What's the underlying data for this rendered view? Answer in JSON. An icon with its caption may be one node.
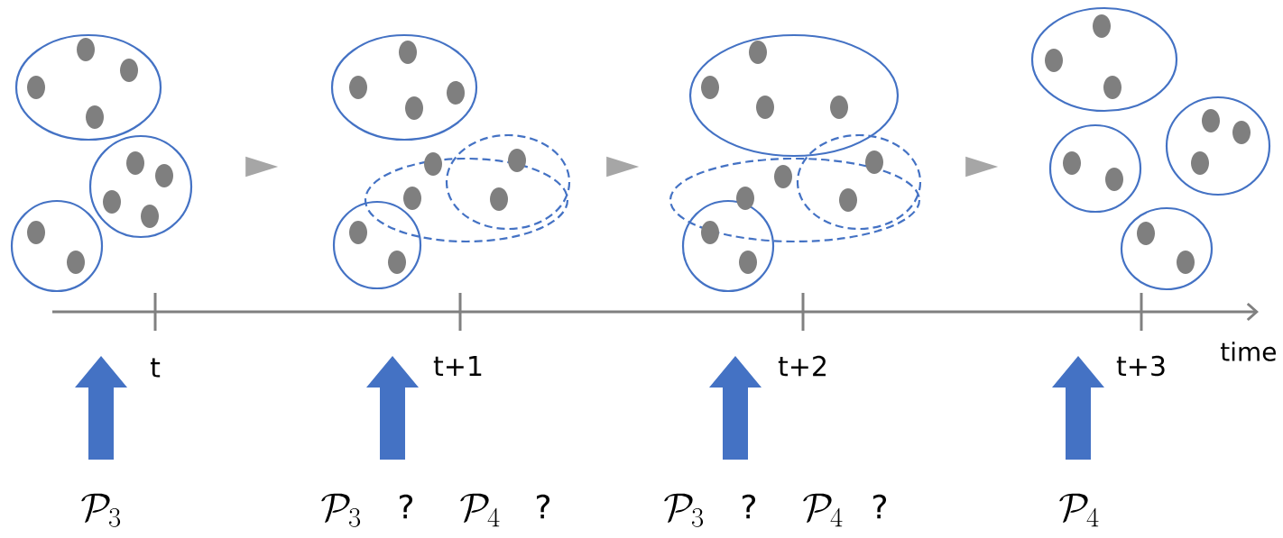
{
  "diagram": {
    "nodes": [
      {
        "text": [],
        "shape": "triangle"
      },
      {
        "text": [],
        "shape": "triangle"
      },
      {
        "text": [],
        "shape": "triangle"
      }
    ],
    "labels": [
      "t",
      "t+1",
      "t+2",
      "t+3",
      "time",
      "\\mathcal{P}_3",
      "\\mathcal{P}_3",
      "?",
      "\\mathcal{P}_4",
      "?",
      "\\mathcal{P}_3",
      "?",
      "\\mathcal{P}_4",
      "?",
      "\\mathcal{P}_4"
    ]
  }
}
